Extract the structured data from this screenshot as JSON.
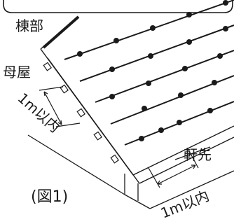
{
  "labels": {
    "ridge": "棟部",
    "purlin": "母屋",
    "spacing_side": "1m以内",
    "eaves": "軒先",
    "spacing_eaves": "1m以内",
    "figure": "(図1)"
  },
  "colors": {
    "line": "#1a1a1a",
    "dot": "#1a1a1a",
    "background": "#ffffff"
  }
}
